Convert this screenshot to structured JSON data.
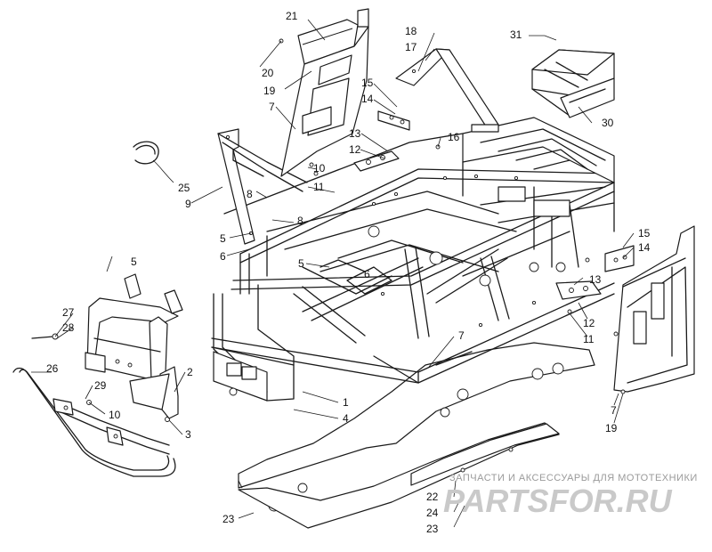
{
  "callouts": [
    {
      "id": "c21a",
      "text": "21"
    },
    {
      "id": "c20",
      "text": "20"
    },
    {
      "id": "c19a",
      "text": "19"
    },
    {
      "id": "c7a",
      "text": "7"
    },
    {
      "id": "c10a",
      "text": "10"
    },
    {
      "id": "c11a",
      "text": "11"
    },
    {
      "id": "c25",
      "text": "25"
    },
    {
      "id": "c9",
      "text": "9"
    },
    {
      "id": "c8a",
      "text": "8"
    },
    {
      "id": "c8b",
      "text": "8"
    },
    {
      "id": "c5a",
      "text": "5"
    },
    {
      "id": "c6a",
      "text": "6"
    },
    {
      "id": "c5b",
      "text": "5"
    },
    {
      "id": "c6b",
      "text": "6"
    },
    {
      "id": "c5c",
      "text": "5"
    },
    {
      "id": "c18",
      "text": "18"
    },
    {
      "id": "c17",
      "text": "17"
    },
    {
      "id": "c15a",
      "text": "15"
    },
    {
      "id": "c14a",
      "text": "14"
    },
    {
      "id": "c13a",
      "text": "13"
    },
    {
      "id": "c12a",
      "text": "12"
    },
    {
      "id": "c16",
      "text": "16"
    },
    {
      "id": "c31",
      "text": "31"
    },
    {
      "id": "c30",
      "text": "30"
    },
    {
      "id": "c15b",
      "text": "15"
    },
    {
      "id": "c14b",
      "text": "14"
    },
    {
      "id": "c13b",
      "text": "13"
    },
    {
      "id": "c12b",
      "text": "12"
    },
    {
      "id": "c11b",
      "text": "11"
    },
    {
      "id": "c7b",
      "text": "7"
    },
    {
      "id": "c7c",
      "text": "7"
    },
    {
      "id": "c19b",
      "text": "19"
    },
    {
      "id": "c27",
      "text": "27"
    },
    {
      "id": "c28",
      "text": "28"
    },
    {
      "id": "c26",
      "text": "26"
    },
    {
      "id": "c29",
      "text": "29"
    },
    {
      "id": "c10b",
      "text": "10"
    },
    {
      "id": "c2",
      "text": "2"
    },
    {
      "id": "c3",
      "text": "3"
    },
    {
      "id": "c1",
      "text": "1"
    },
    {
      "id": "c4",
      "text": "4"
    },
    {
      "id": "c22",
      "text": "22"
    },
    {
      "id": "c24",
      "text": "24"
    },
    {
      "id": "c23a",
      "text": "23"
    },
    {
      "id": "c23b",
      "text": "23"
    }
  ],
  "watermark": {
    "caption": "ЗАПЧАСТИ И АКСЕССУАРЫ ДЛЯ МОТОТЕХНИКИ",
    "logo": "PARTSFOR.RU"
  }
}
